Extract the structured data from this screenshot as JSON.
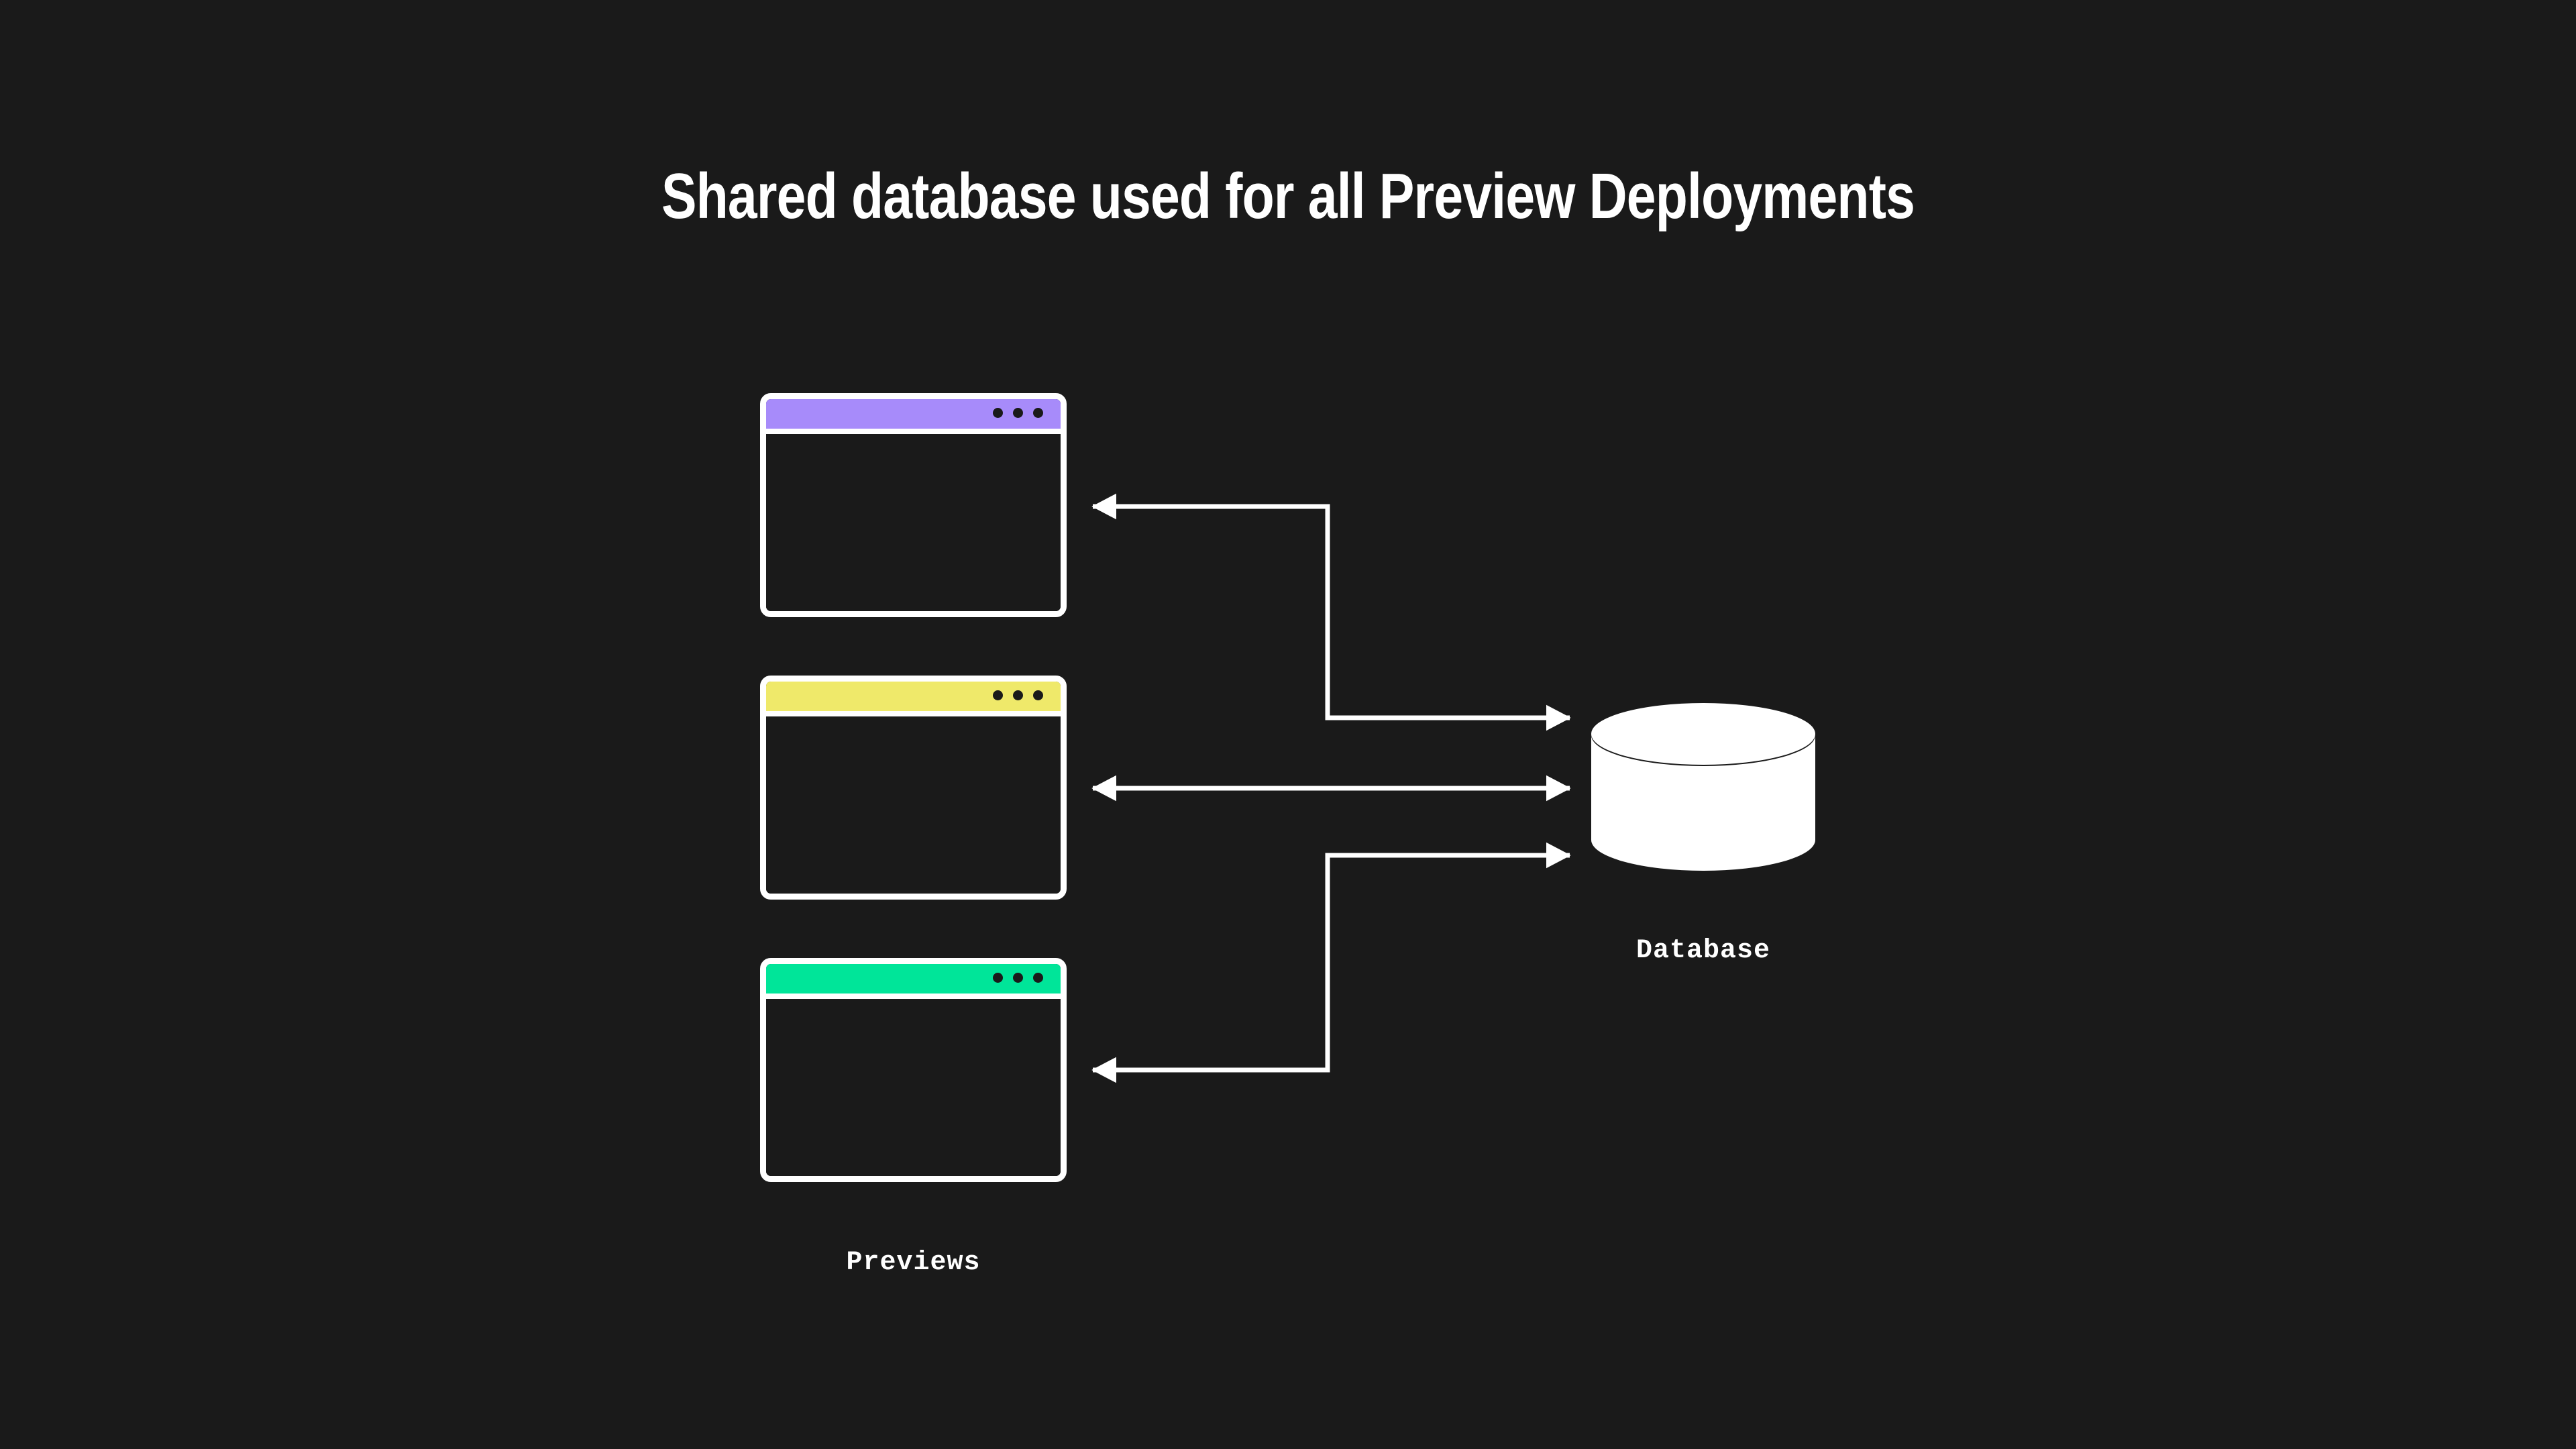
{
  "page": {
    "background_color": "#1a1a1a",
    "title": "Shared database used for all Preview Deployments",
    "title_color": "#ffffff"
  },
  "diagram": {
    "type": "architecture-diagram",
    "description": "Three preview deployment browser windows all connected to one shared database",
    "previews": {
      "group_label": "Previews",
      "windows": [
        {
          "name": "preview-window-purple",
          "accent_color": "#a78bfa",
          "border_color": "#ffffff",
          "body_color": "#1a1a1a",
          "dot_count": 3,
          "dot_color": "#1a1a1a"
        },
        {
          "name": "preview-window-yellow",
          "accent_color": "#efe96a",
          "border_color": "#ffffff",
          "body_color": "#1a1a1a",
          "dot_count": 3,
          "dot_color": "#1a1a1a"
        },
        {
          "name": "preview-window-green",
          "accent_color": "#00e599",
          "border_color": "#ffffff",
          "body_color": "#1a1a1a",
          "dot_count": 3,
          "dot_color": "#1a1a1a"
        }
      ]
    },
    "database": {
      "label": "Database",
      "shape": "cylinder",
      "fill_color": "#ffffff",
      "stroke_color": "#1a1a1a"
    },
    "connectors": [
      {
        "name": "connector-purple-window-to-database",
        "from": "preview-window-purple",
        "to": "database",
        "routing": "elbow",
        "direction": "bidirectional-split",
        "color": "#ffffff"
      },
      {
        "name": "connector-yellow-window-to-database",
        "from": "preview-window-yellow",
        "to": "database",
        "routing": "straight",
        "direction": "bidirectional",
        "color": "#ffffff"
      },
      {
        "name": "connector-green-window-to-database",
        "from": "preview-window-green",
        "to": "database",
        "routing": "elbow",
        "direction": "bidirectional-split",
        "color": "#ffffff"
      }
    ]
  }
}
